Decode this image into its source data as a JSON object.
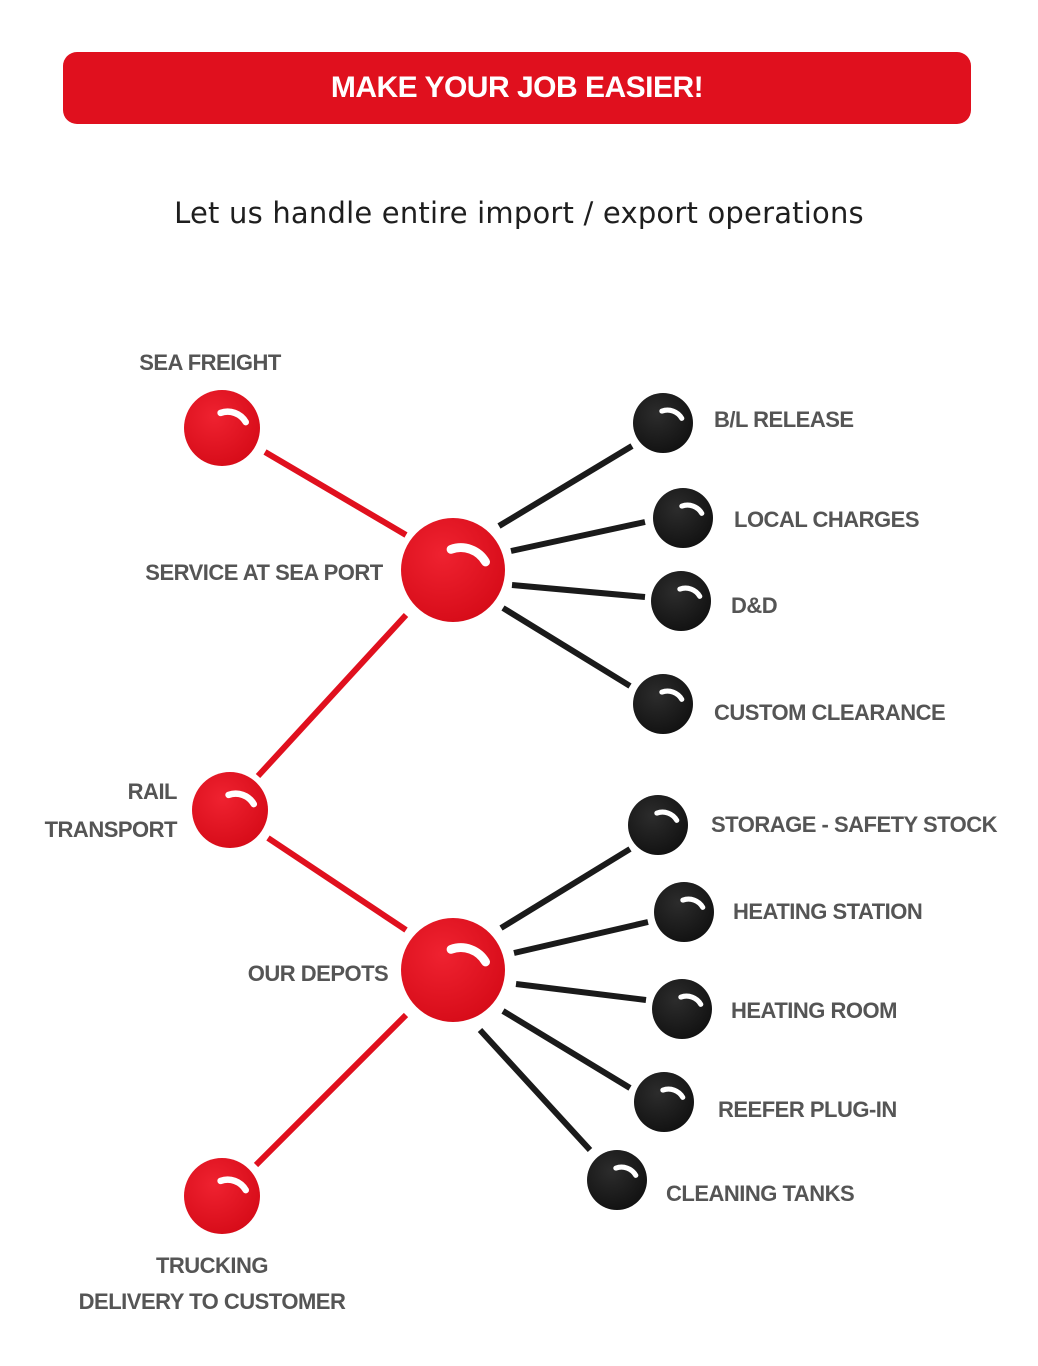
{
  "header": {
    "title": "MAKE YOUR JOB EASIER!",
    "subtitle": "Let us handle entire import / export operations"
  },
  "colors": {
    "accent_red": "#e0101e",
    "node_black": "#1a1a1a",
    "label_gray": "#555555"
  },
  "diagram": {
    "main_chain": [
      {
        "id": "sea-freight",
        "label_lines": [
          "SEA FREIGHT"
        ]
      },
      {
        "id": "service-at-sea-port",
        "label_lines": [
          "SERVICE AT SEA PORT"
        ]
      },
      {
        "id": "rail-transport",
        "label_lines": [
          "RAIL",
          "TRANSPORT"
        ]
      },
      {
        "id": "our-depots",
        "label_lines": [
          "OUR DEPOTS"
        ]
      },
      {
        "id": "trucking-delivery",
        "label_lines": [
          "TRUCKING",
          "DELIVERY TO CUSTOMER"
        ]
      }
    ],
    "sea_port_services": [
      "B/L RELEASE",
      "LOCAL CHARGES",
      "D&D",
      "CUSTOM CLEARANCE"
    ],
    "depot_services": [
      "STORAGE - SAFETY STOCK",
      "HEATING STATION",
      "HEATING ROOM",
      "REEFER PLUG-IN",
      "CLEANING TANKS"
    ]
  }
}
